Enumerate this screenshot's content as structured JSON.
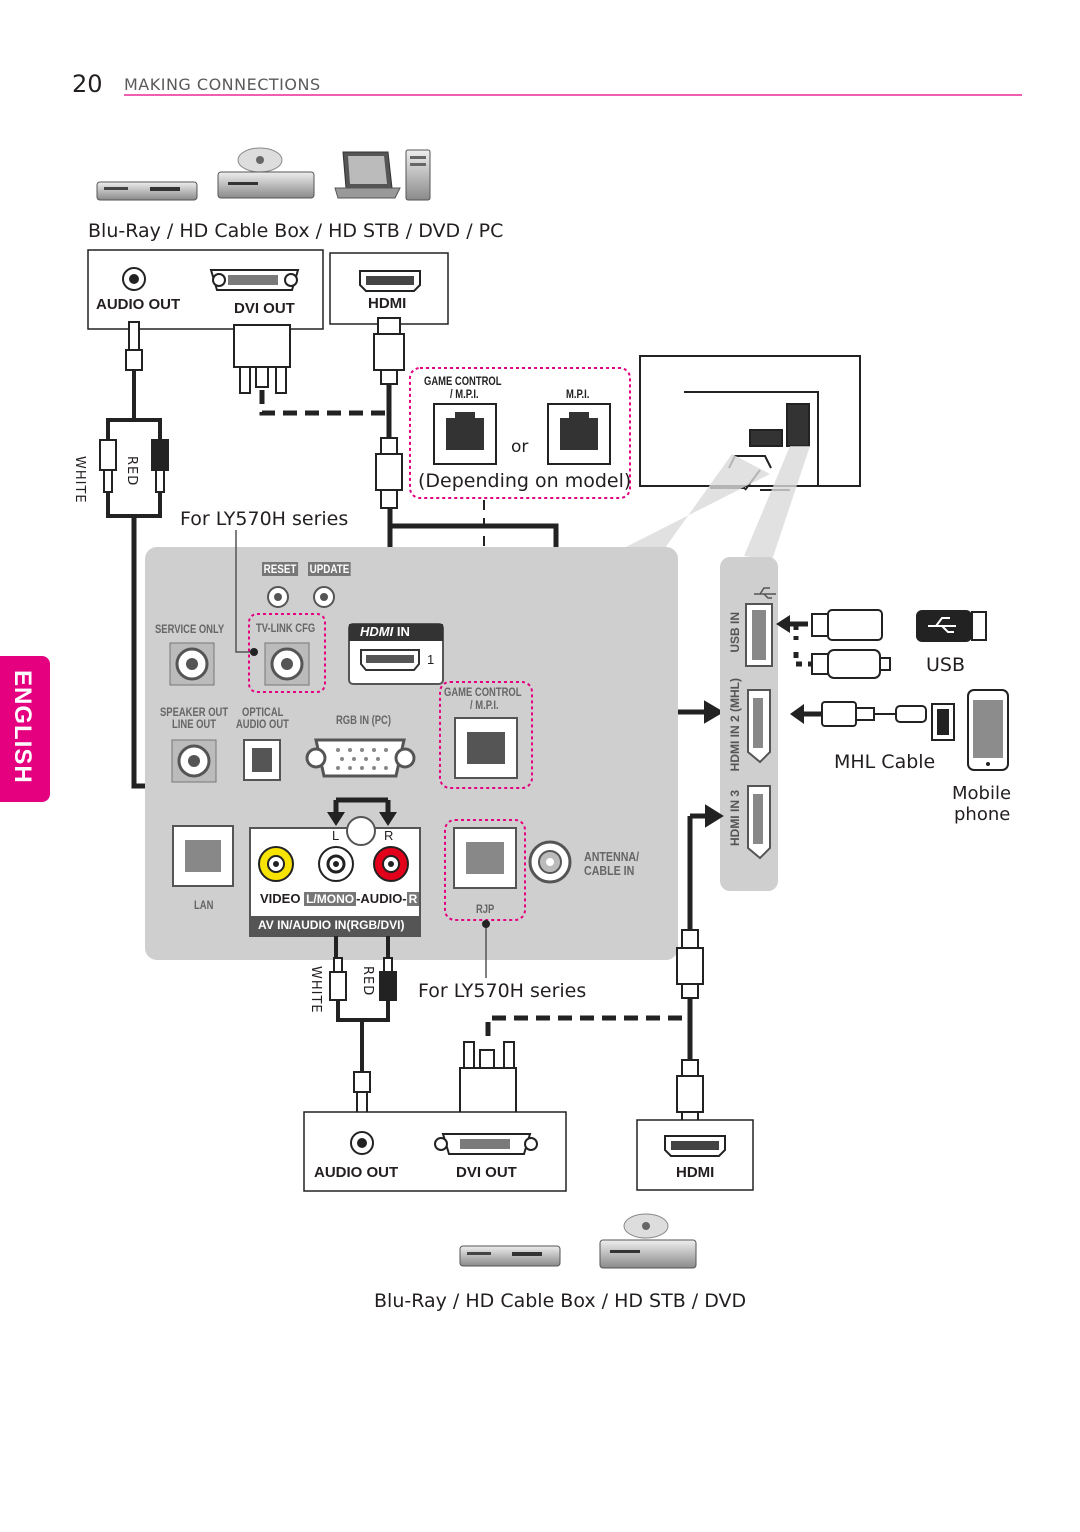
{
  "header": {
    "page_number": "20",
    "section_title": "MAKING CONNECTIONS"
  },
  "side_tab": {
    "label": "ENGLISH"
  },
  "top": {
    "devices_caption": "Blu-Ray / HD Cable Box / HD STB / DVD / PC",
    "audio_out": "AUDIO OUT",
    "dvi_out": "DVI OUT",
    "hdmi": "HDMI",
    "white": "WHITE",
    "red": "RED",
    "for_series": "For LY570H series"
  },
  "game_control": {
    "label": "GAME CONTROL / M.P.I.",
    "line1": "GAME CONTROL",
    "line2": "/ M.P.I.",
    "mpi": "M.P.I.",
    "or": "or",
    "depending": "(Depending on model)"
  },
  "panel": {
    "reset": "RESET",
    "update": "UPDATE",
    "service_only": "SERVICE ONLY",
    "tv_link_cfg": "TV-LINK CFG",
    "hdmi_in": "HDMI IN",
    "hdmi_in_logo": "HDMI",
    "hdmi_in_word": "IN",
    "hdmi_in_number": "1",
    "speaker_out": "SPEAKER OUT",
    "line_out": "LINE OUT",
    "optical": "OPTICAL",
    "audio_out": "AUDIO OUT",
    "rgb_in": "RGB IN (PC)",
    "game_control_line1": "GAME CONTROL",
    "game_control_line2": "/ M.P.I.",
    "lan": "LAN",
    "l": "L",
    "r": "R",
    "video": "VIDEO",
    "l_mono": "L/MONO",
    "audio": "-AUDIO-",
    "r_chip": "R",
    "av_in": "AV IN/AUDIO IN(RGB/DVI)",
    "antenna_line1": "ANTENNA/",
    "antenna_line2": "CABLE IN",
    "rjp": "RJP"
  },
  "side_panel": {
    "usb_in": "USB IN",
    "hdmi_in_2": "HDMI IN 2 (MHL)",
    "hdmi_in_3": "HDMI IN 3"
  },
  "right": {
    "usb": "USB",
    "mhl_cable": "MHL Cable",
    "mobile_line1": "Mobile",
    "mobile_line2": "phone"
  },
  "bottom": {
    "white": "WHITE",
    "red": "RED",
    "for_series": "For LY570H series",
    "audio_out": "AUDIO OUT",
    "dvi_out": "DVI OUT",
    "hdmi": "HDMI",
    "devices_caption": "Blu-Ray / HD Cable Box / HD STB / DVD"
  },
  "colors": {
    "accent": "#e4007f",
    "panel_grey": "#cfcfcf",
    "video_yellow": "#f7e300",
    "audio_red": "#e2001a"
  }
}
